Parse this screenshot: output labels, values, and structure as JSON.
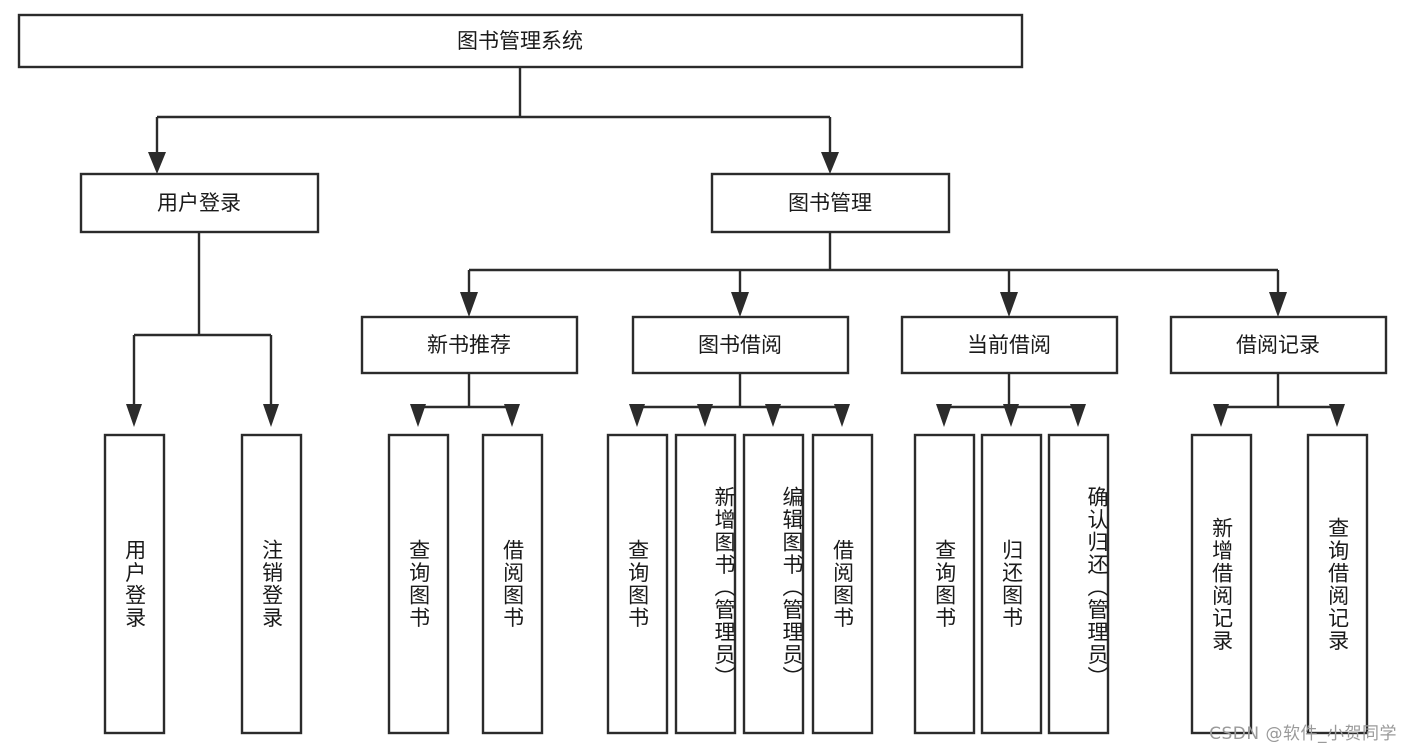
{
  "diagram": {
    "type": "tree",
    "title_node": {
      "id": "root",
      "label": "图书管理系统"
    },
    "level2": [
      {
        "id": "user-login",
        "label": "用户登录"
      },
      {
        "id": "book-manage",
        "label": "图书管理"
      }
    ],
    "level3": [
      {
        "id": "new-book-rec",
        "label": "新书推荐",
        "parent": "book-manage"
      },
      {
        "id": "book-borrow",
        "label": "图书借阅",
        "parent": "book-manage"
      },
      {
        "id": "current-borrow",
        "label": "当前借阅",
        "parent": "book-manage"
      },
      {
        "id": "borrow-record",
        "label": "借阅记录",
        "parent": "book-manage"
      }
    ],
    "leaves": [
      {
        "id": "leaf-user-login",
        "label": "用户登录",
        "parent": "user-login"
      },
      {
        "id": "leaf-logout-login",
        "label": "注销登录",
        "parent": "user-login"
      },
      {
        "id": "leaf-query-book-1",
        "label": "查询图书",
        "parent": "new-book-rec"
      },
      {
        "id": "leaf-borrow-book-1",
        "label": "借阅图书",
        "parent": "new-book-rec"
      },
      {
        "id": "leaf-query-book-2",
        "label": "查询图书",
        "parent": "book-borrow"
      },
      {
        "id": "leaf-add-book",
        "label": "新增图书（管理员）",
        "parent": "book-borrow"
      },
      {
        "id": "leaf-edit-book",
        "label": "编辑图书（管理员）",
        "parent": "book-borrow"
      },
      {
        "id": "leaf-borrow-book-2",
        "label": "借阅图书",
        "parent": "book-borrow"
      },
      {
        "id": "leaf-query-book-3",
        "label": "查询图书",
        "parent": "current-borrow"
      },
      {
        "id": "leaf-return-book",
        "label": "归还图书",
        "parent": "current-borrow"
      },
      {
        "id": "leaf-confirm-return",
        "label": "确认归还（管理员）",
        "parent": "current-borrow"
      },
      {
        "id": "leaf-add-record",
        "label": "新增借阅记录",
        "parent": "borrow-record"
      },
      {
        "id": "leaf-query-record",
        "label": "查询借阅记录",
        "parent": "borrow-record"
      }
    ],
    "colors": {
      "stroke": "#2b2b2b",
      "fill": "#ffffff",
      "text": "#1a1a1a",
      "watermark": "#9a9a9a"
    }
  },
  "watermark": {
    "text": "CSDN @软件_小贺同学"
  }
}
